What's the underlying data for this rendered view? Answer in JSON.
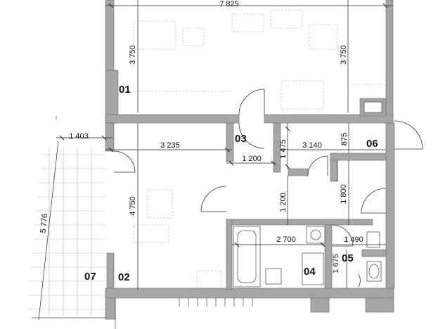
{
  "rooms": {
    "r01": "01",
    "r02": "02",
    "r03": "03",
    "r04": "04",
    "r05": "05",
    "r06": "06",
    "r07": "07"
  },
  "dimensions": {
    "top_width": "7 825",
    "left_height_01": "3 750",
    "right_height_01": "3 750",
    "balcony_top": "1 403",
    "balcony_length": "5 776",
    "room02_width": "3 235",
    "room02_height": "4 750",
    "hall_width": "1 200",
    "hall_height_top": "1 475",
    "hall_height_mid": "1 200",
    "room06_width": "3 140",
    "room06_height": "875",
    "mid_height": "1 800",
    "bath_width": "2 700",
    "wc_width": "1 490",
    "wc_height": "1 675"
  }
}
